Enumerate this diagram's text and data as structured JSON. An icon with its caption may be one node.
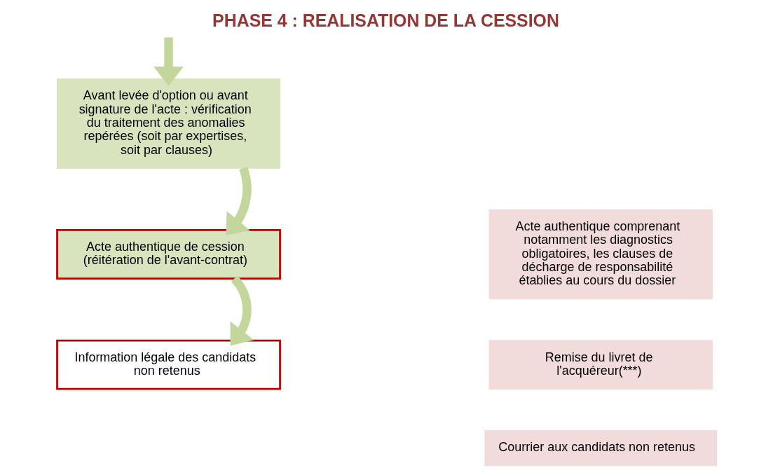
{
  "diagram": {
    "title": "PHASE 4 : REALISATION DE LA CESSION",
    "nodes": [
      {
        "text": [
          "Avant levée d'option ou avant signature de l'acte : vérification du traitement des anomalies repérées (soit par expertises, soit par clauses)"
        ]
      },
      {
        "text": [
          "Acte authentique de cession (réitération de l'avant-contrat)"
        ]
      },
      {
        "text": [
          "Information légale des candidats non retenus"
        ]
      },
      {
        "text": [
          "Acte authentique comprenant notamment les diagnostics obligatoires, les clauses de décharge de responsabilité établies au cours du dossier"
        ]
      },
      {
        "text": [
          "Remise du livret de l'acquéreur(***)"
        ]
      },
      {
        "text": [
          "Courrier aux candidats non retenus"
        ]
      }
    ],
    "edges": [
      {
        "from": null,
        "to": 0,
        "arrow": "to"
      },
      {
        "from": 0,
        "to": 1,
        "arrow": "to"
      },
      {
        "from": 1,
        "to": 2,
        "arrow": "to"
      }
    ]
  }
}
